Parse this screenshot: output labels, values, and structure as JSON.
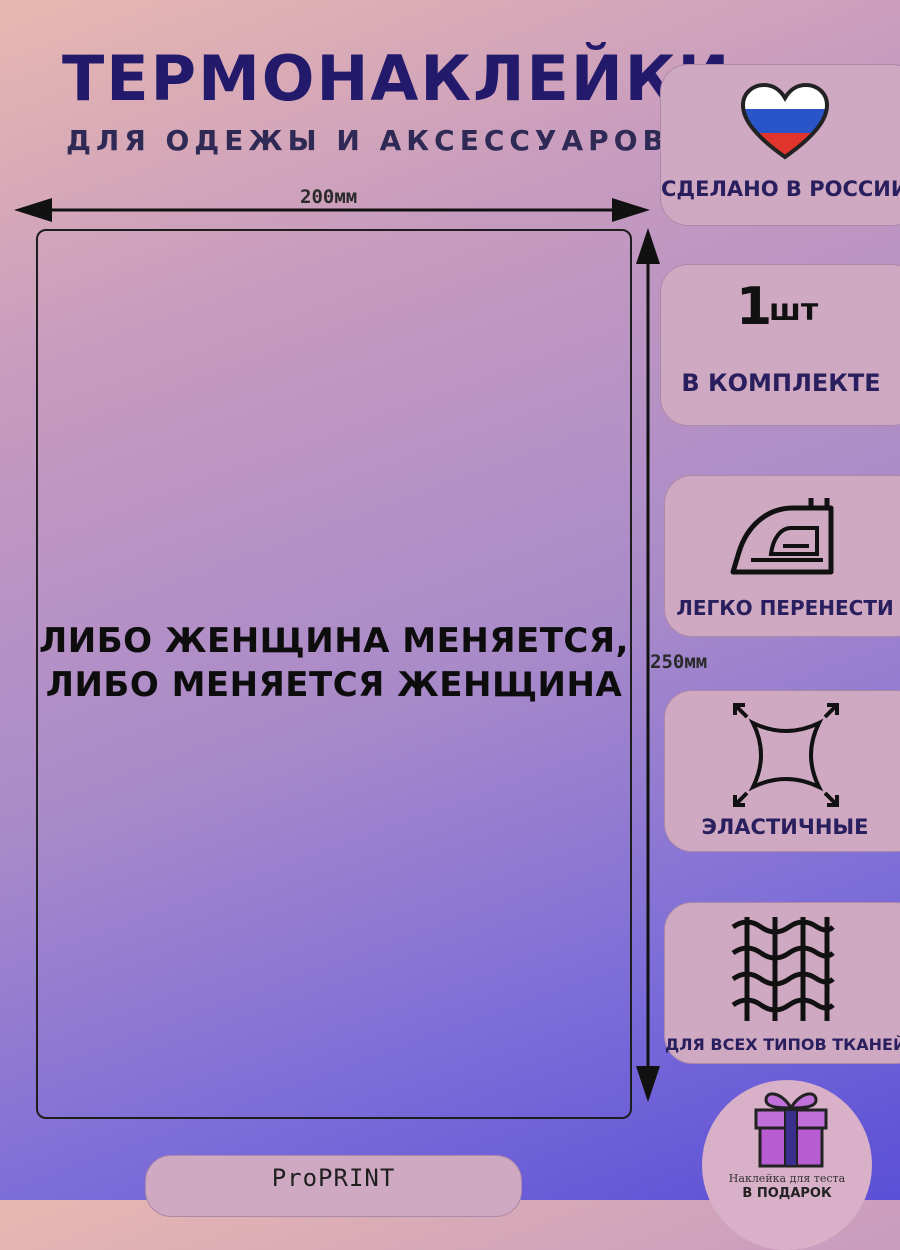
{
  "header": {
    "title": "ТЕРМОНАКЛЕЙКИ",
    "subtitle": "ДЛЯ ОДЕЖЫ И АКСЕССУАРОВ"
  },
  "dimensions": {
    "width_label": "200мм",
    "height_label": "250мм"
  },
  "sticker": {
    "line1": "ЛИБО ЖЕНЩИНА МЕНЯЕТСЯ,",
    "line2": "ЛИБО МЕНЯЕТСЯ ЖЕНЩИНА"
  },
  "features": {
    "made_in": {
      "label": "СДЕЛАНО В РОССИИ",
      "icon": "russia-heart-icon"
    },
    "count": {
      "number": "1",
      "unit": "шт",
      "label": "В КОМПЛЕКТЕ"
    },
    "easy_transfer": {
      "label": "ЛЕГКО ПЕРЕНЕСТИ",
      "icon": "iron-icon"
    },
    "elastic": {
      "label": "ЭЛАСТИЧНЫЕ",
      "icon": "stretch-icon"
    },
    "fabrics": {
      "label": "ДЛЯ ВСЕХ ТИПОВ ТКАНЕЙ",
      "icon": "fabric-weave-icon"
    }
  },
  "footer": {
    "brand": "ProPRINT"
  },
  "gift": {
    "line1": "Наклейка для теста",
    "line2": "В ПОДАРОК",
    "icon": "gift-box-icon"
  },
  "colors": {
    "title": "#241a6b",
    "card": "#cfa9c2",
    "flag_white": "#ffffff",
    "flag_blue": "#2a55c9",
    "flag_red": "#e0342c"
  }
}
